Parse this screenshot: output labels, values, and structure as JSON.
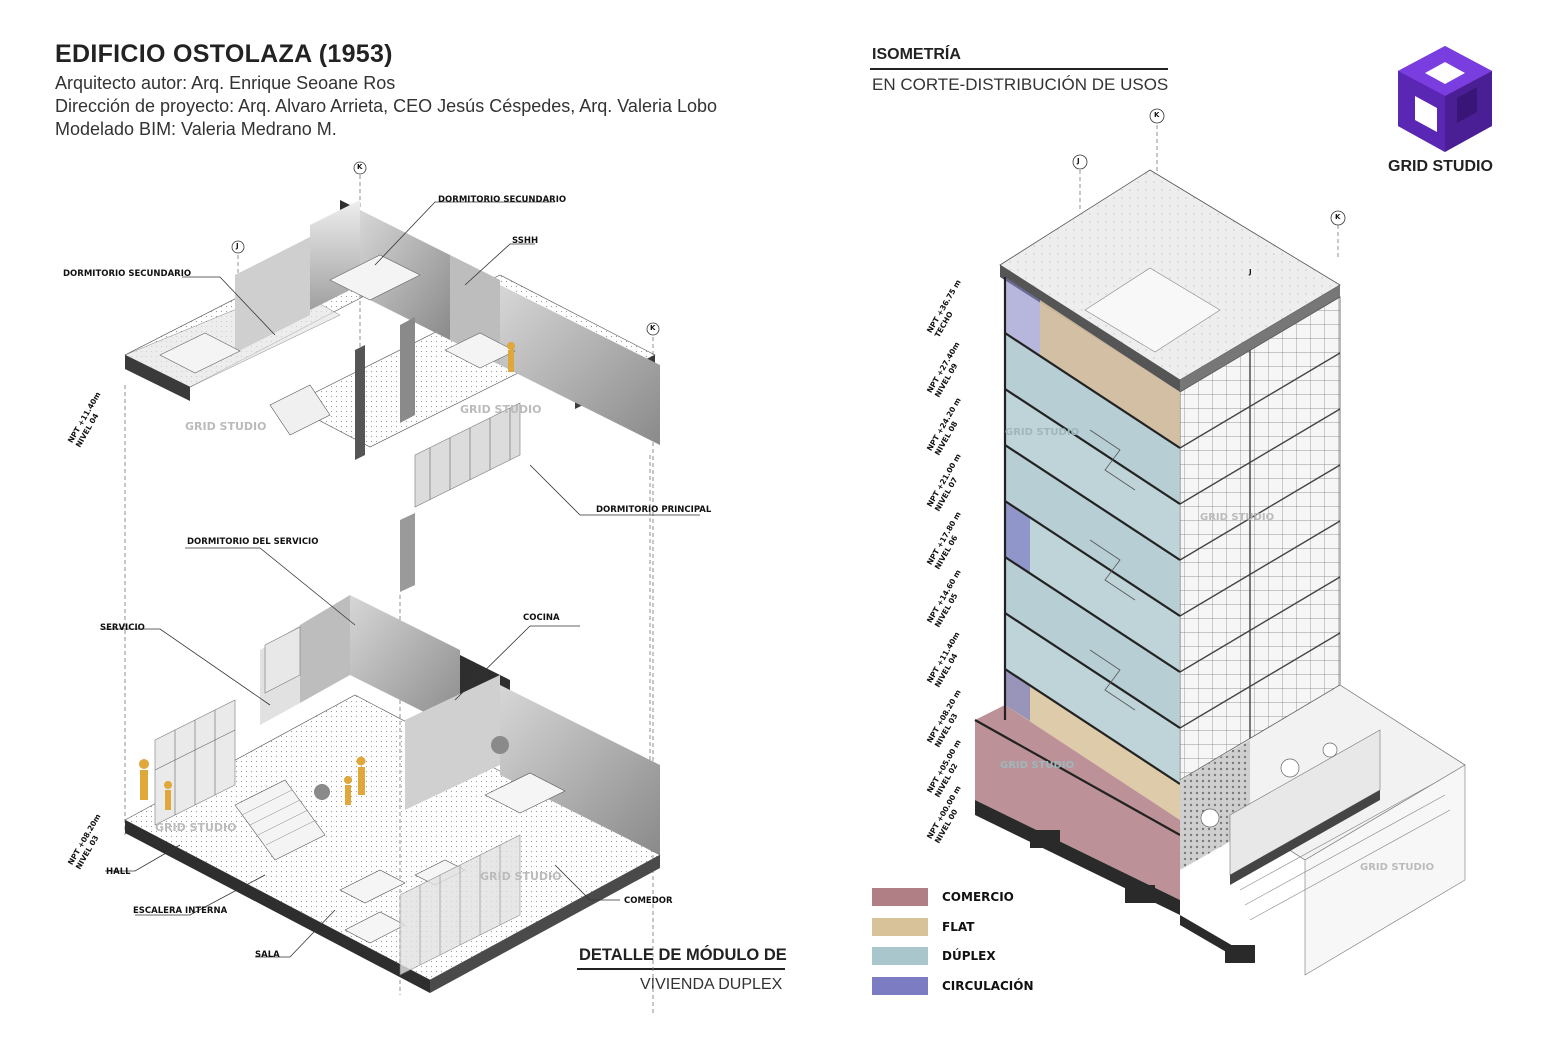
{
  "header": {
    "title": "EDIFICIO OSTOLAZA (1953)",
    "architect": "Arquitecto autor: Arq. Enrique Seoane Ros",
    "direction": "Dirección de proyecto: Arq. Alvaro Arrieta, CEO Jesús Céspedes, Arq. Valeria Lobo",
    "bim": "Modelado BIM: Valeria Medrano M."
  },
  "isometric": {
    "title": "ISOMETRÍA",
    "subtitle": "EN CORTE-DISTRIBUCIÓN DE USOS"
  },
  "module": {
    "title": "DETALLE DE MÓDULO DE",
    "subtitle": "VIVIENDA DUPLEX"
  },
  "brand": {
    "name": "GRID STUDIO",
    "watermark": "GRID STUDIO"
  },
  "grid_markers": {
    "j": "J",
    "k": "K"
  },
  "upper_labels": {
    "dorm_sec_1": "DORMITORIO SECUNDARIO",
    "dorm_sec_2": "DORMITORIO SECUNDARIO",
    "sshh": "SSHH",
    "dorm_principal": "DORMITORIO PRINCIPAL",
    "level": "NPT +11.40m",
    "level_name": "NIVEL 04"
  },
  "lower_labels": {
    "dorm_servicio": "DORMITORIO DEL SERVICIO",
    "servicio": "SERVICIO",
    "cocina": "COCINA",
    "hall": "HALL",
    "escalera": "ESCALERA INTERNA",
    "sala": "SALA",
    "comedor": "COMEDOR",
    "level": "NPT +08.20m",
    "level_name": "NIVEL 03"
  },
  "levels": [
    {
      "npt": "NPT +36.75 m",
      "name": "TECHO"
    },
    {
      "npt": "NPT +27.40m",
      "name": "NIVEL 09"
    },
    {
      "npt": "NPT +24.20 m",
      "name": "NIVEL 08"
    },
    {
      "npt": "NPT +21.00 m",
      "name": "NIVEL 07"
    },
    {
      "npt": "NPT +17.80 m",
      "name": "NIVEL 06"
    },
    {
      "npt": "NPT +14.60 m",
      "name": "NIVEL 05"
    },
    {
      "npt": "NPT +11.40m",
      "name": "NIVEL 04"
    },
    {
      "npt": "NPT +08.20 m",
      "name": "NIVEL 03"
    },
    {
      "npt": "NPT +05.00 m",
      "name": "NIVEL 02"
    },
    {
      "npt": "NPT +00.00 m",
      "name": "NIVEL 00"
    }
  ],
  "legend": [
    {
      "label": "COMERCIO",
      "color": "#b07f86"
    },
    {
      "label": "FLAT",
      "color": "#d8c29a"
    },
    {
      "label": "DÚPLEX",
      "color": "#a9c6cc"
    },
    {
      "label": "CIRCULACIÓN",
      "color": "#7c7cc2"
    }
  ],
  "colors": {
    "brand_purple": "#6a2fc9",
    "brand_purple_dark": "#4a1f96",
    "comercio": "#b07f86",
    "flat": "#d8c29a",
    "duplex": "#a9c6cc",
    "circulacion": "#7c7cc2"
  }
}
